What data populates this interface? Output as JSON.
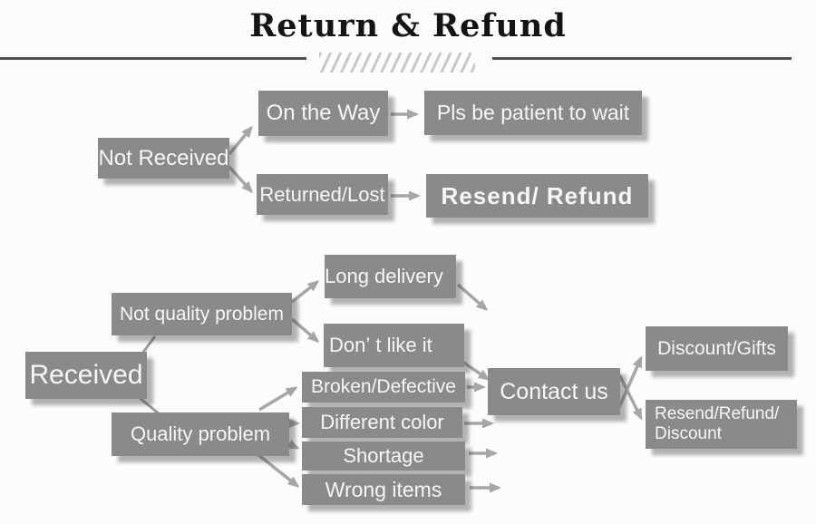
{
  "title": "Return & Refund",
  "colors": {
    "box": "#8a8a8a",
    "box_text": "#f6f6f6",
    "arrow": "#a6a6a6",
    "rule": "#4d4d4d",
    "hatch": "#c8c8c8",
    "background": "#fcfcfc"
  },
  "not_received_flow": {
    "root": "Not Received",
    "on_the_way": "On the Way",
    "patient": "Pls be patient to wait",
    "returned_lost": "Returned/Lost",
    "resend_refund": "Resend/ Refund"
  },
  "received_flow": {
    "root": "Received",
    "not_quality_problem": "Not quality problem",
    "long_delivery": "Long delivery",
    "dont_like_it": "Don’ t like it",
    "quality_problem": "Quality problem",
    "broken_defective": "Broken/Defective",
    "different_color": "Different color",
    "shortage": "Shortage",
    "wrong_items": "Wrong items",
    "contact_us": "Contact us",
    "discount_gifts": "Discount/Gifts",
    "resend_refund_discount_line1": "Resend/Refund/",
    "resend_refund_discount_line2": "Discount"
  },
  "edges": [
    {
      "from": "Not Received",
      "to": "On the Way"
    },
    {
      "from": "Not Received",
      "to": "Returned/Lost"
    },
    {
      "from": "On the Way",
      "to": "Pls be patient to wait"
    },
    {
      "from": "Returned/Lost",
      "to": "Resend/ Refund"
    },
    {
      "from": "Received",
      "to": "Not quality problem"
    },
    {
      "from": "Received",
      "to": "Quality problem"
    },
    {
      "from": "Not quality problem",
      "to": "Long delivery"
    },
    {
      "from": "Not quality problem",
      "to": "Don’t like it"
    },
    {
      "from": "Quality problem",
      "to": "Broken/Defective"
    },
    {
      "from": "Quality problem",
      "to": "Different color"
    },
    {
      "from": "Quality problem",
      "to": "Shortage"
    },
    {
      "from": "Quality problem",
      "to": "Wrong items"
    },
    {
      "from": "Don’t like it",
      "to": "Contact us"
    },
    {
      "from": "Broken/Defective",
      "to": "Contact us"
    },
    {
      "from": "Contact us",
      "to": "Discount/Gifts"
    },
    {
      "from": "Contact us",
      "to": "Resend/Refund/Discount"
    }
  ]
}
